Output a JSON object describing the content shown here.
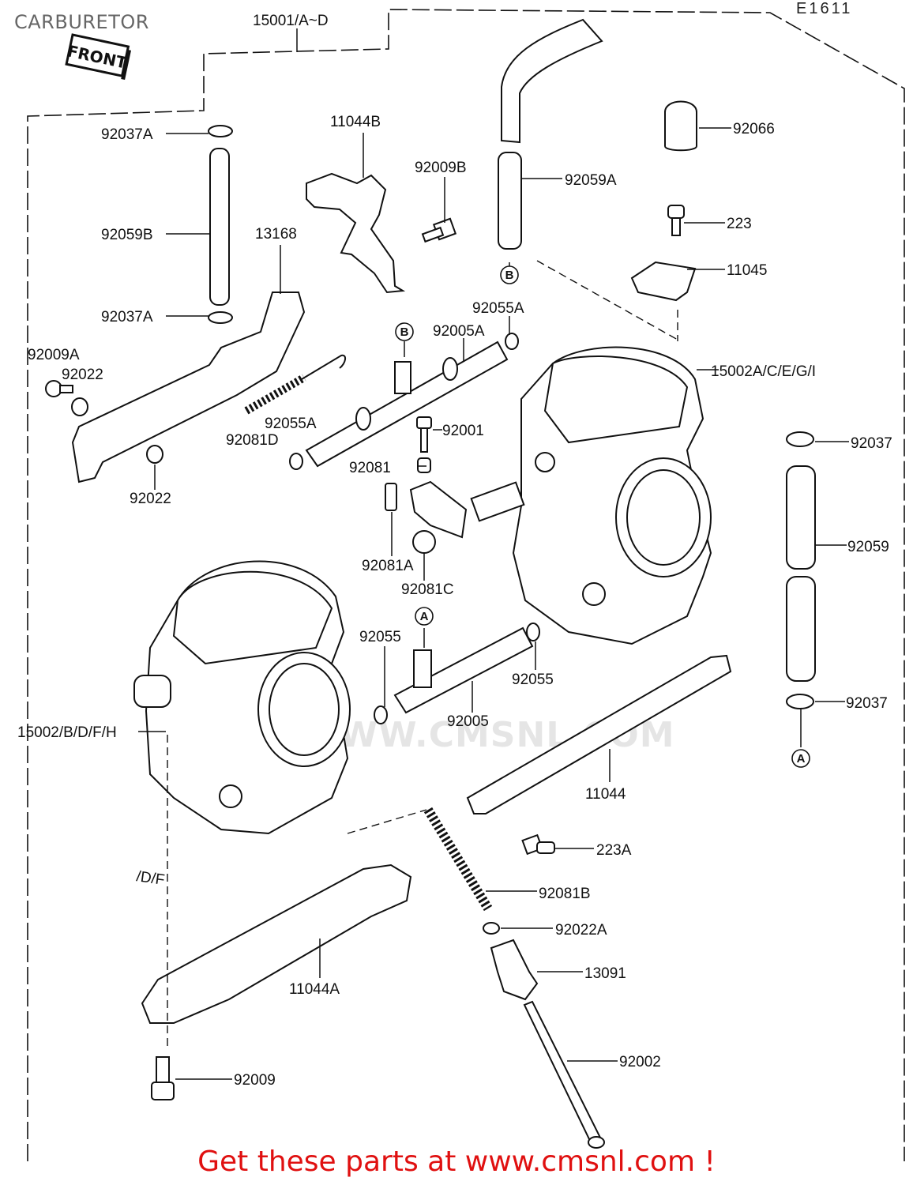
{
  "page": {
    "title": "CARBURETOR",
    "code": "E1611",
    "footer": "Get these parts at www.cmsnl.com !",
    "watermark": "WWW.CMSNL.COM",
    "colors": {
      "footer": "#e01010",
      "line": "#111111"
    }
  },
  "diagram": {
    "front_label": "FRONT",
    "circle_markers": [
      "B",
      "B",
      "A",
      "A"
    ],
    "callouts": [
      "15001/A~D",
      "92037A",
      "11044B",
      "92009B",
      "92059A",
      "92066",
      "92059B",
      "13168",
      "223",
      "11045",
      "92037A",
      "92055A",
      "92005A",
      "92009A",
      "92022",
      "15002A/C/E/G/I",
      "92055A",
      "92081D",
      "92001",
      "92037",
      "92081",
      "92022",
      "92059",
      "92081A",
      "92081C",
      "92055",
      "92055",
      "92037",
      "92005",
      "15002/B/D/F/H",
      "11044",
      "223A",
      "/D/F",
      "92081B",
      "92022A",
      "13091",
      "11044A",
      "92002",
      "92009"
    ]
  }
}
